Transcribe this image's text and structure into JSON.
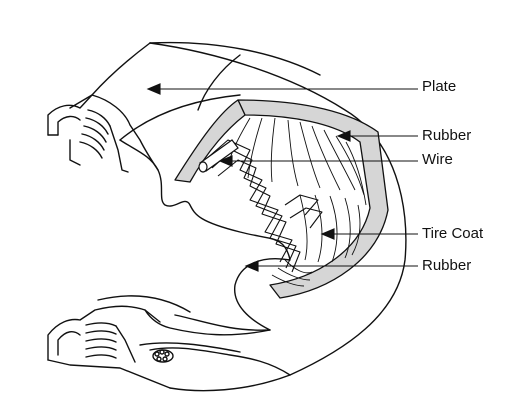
{
  "labels": {
    "plate": "Plate",
    "rubber_outer": "Rubber",
    "wire": "Wire",
    "tire_coat": "Tire Coat",
    "rubber_inner": "Rubber"
  },
  "colors": {
    "line": "#111111",
    "rubber_fill": "#d6d6d6",
    "background": "#ffffff"
  }
}
